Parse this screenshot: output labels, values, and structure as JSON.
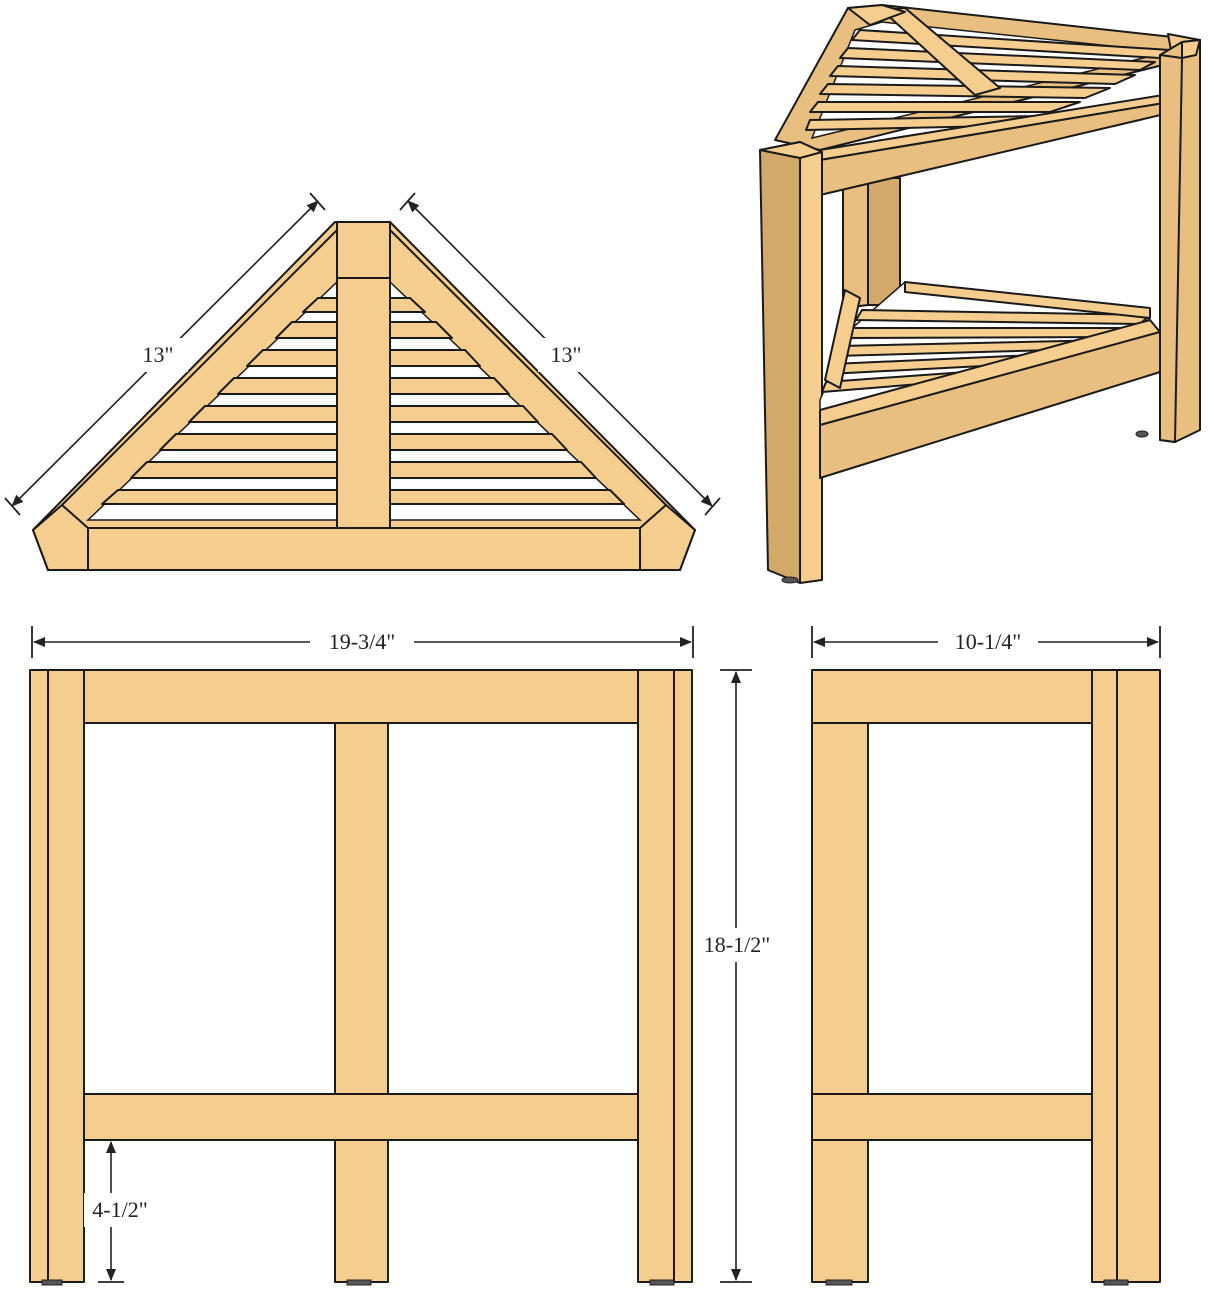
{
  "dimensions": {
    "top_left_side": "13\"",
    "top_right_side": "13\"",
    "front_width": "19-3/4\"",
    "side_width": "10-1/4\"",
    "height": "18-1/2\"",
    "shelf_height": "4-1/2\""
  },
  "colors": {
    "wood_light": "#f5cd8e",
    "wood_mid": "#e8bf80",
    "wood_dark": "#d3a86b",
    "outline": "#1a1a1a"
  }
}
